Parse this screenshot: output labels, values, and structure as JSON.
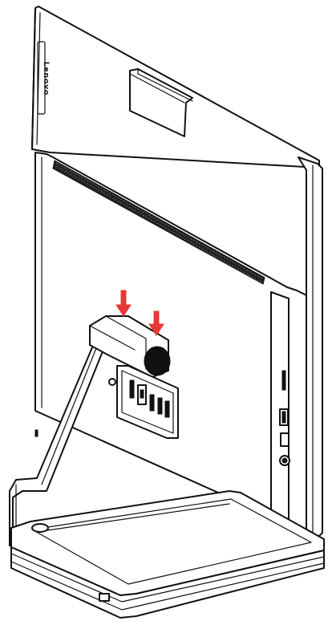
{
  "logo": {
    "text": "Lenovo",
    "color": "#111111"
  },
  "colors": {
    "line": "#111111",
    "background": "#ffffff",
    "arrow": "#e53935"
  },
  "arrows": {
    "count": 2,
    "direction": "down"
  },
  "icons": [
    "arrow-down-icon",
    "usb-port-icon",
    "hdmi-port-icon",
    "ethernet-port-icon",
    "audio-jack-icon",
    "card-slot-icon",
    "power-button-icon"
  ]
}
